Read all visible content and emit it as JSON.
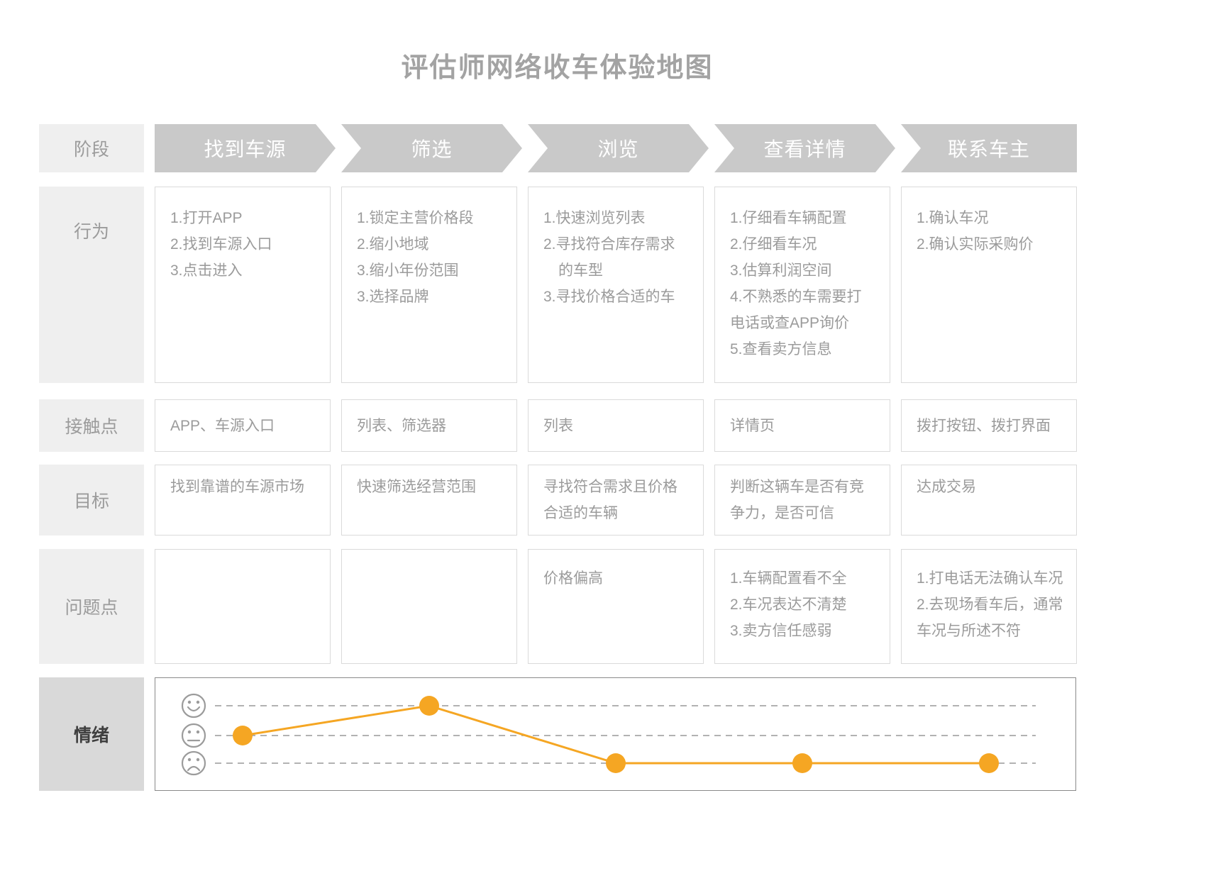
{
  "title": "评估师网络收车体验地图",
  "row_labels": {
    "stage": "阶段",
    "behavior": "行为",
    "touchpoint": "接触点",
    "goal": "目标",
    "problem": "问题点",
    "emotion": "情绪"
  },
  "stages": [
    {
      "name": "找到车源",
      "behaviors": [
        "1.打开APP",
        "2.找到车源入口",
        "3.点击进入"
      ],
      "touchpoint": "APP、车源入口",
      "goal_lines": [
        "找到靠谱的车源市场"
      ],
      "problems": []
    },
    {
      "name": "筛选",
      "behaviors": [
        "1.锁定主营价格段",
        "2.缩小地域",
        "3.缩小年份范围",
        "3.选择品牌"
      ],
      "touchpoint": "列表、筛选器",
      "goal_lines": [
        "快速筛选经营范围"
      ],
      "problems": []
    },
    {
      "name": "浏览",
      "behaviors": [
        "1.快速浏览列表",
        "2.寻找符合库存需求",
        "　的车型",
        "3.寻找价格合适的车"
      ],
      "touchpoint": "列表",
      "goal_lines": [
        "寻找符合需求且价格",
        "合适的车辆"
      ],
      "problems": [
        "价格偏高"
      ]
    },
    {
      "name": "查看详情",
      "behaviors": [
        "1.仔细看车辆配置",
        "2.仔细看车况",
        "3.估算利润空间",
        "4.不熟悉的车需要打",
        "电话或查APP询价",
        "5.查看卖方信息"
      ],
      "touchpoint": "详情页",
      "goal_lines": [
        "判断这辆车是否有竞",
        "争力，是否可信"
      ],
      "problems": [
        "1.车辆配置看不全",
        "2.车况表达不清楚",
        "3.卖方信任感弱"
      ]
    },
    {
      "name": "联系车主",
      "behaviors": [
        "1.确认车况",
        "2.确认实际采购价"
      ],
      "touchpoint": "拨打按钮、拨打界面",
      "goal_lines": [
        "达成交易"
      ],
      "problems": [
        "1.打电话无法确认车况",
        "2.去现场看车后，通常",
        "车况与所述不符"
      ]
    }
  ],
  "chart_data": {
    "type": "line",
    "title": "情绪",
    "categories": [
      "找到车源",
      "筛选",
      "浏览",
      "查看详情",
      "联系车主"
    ],
    "values": [
      2,
      3,
      1,
      1,
      1
    ],
    "value_scale": {
      "3": "happy",
      "2": "neutral",
      "1": "sad"
    },
    "value_labels": [
      "neutral",
      "happy",
      "sad",
      "sad",
      "sad"
    ],
    "y_levels": [
      {
        "score": 3,
        "icon": "happy-face"
      },
      {
        "score": 2,
        "icon": "neutral-face"
      },
      {
        "score": 1,
        "icon": "sad-face"
      }
    ],
    "grid": "horizontal-dashed",
    "legend": "none"
  },
  "colors": {
    "accent_orange": "#F5A623",
    "arrow_gray": "#C9C9C9",
    "label_bg": "#EFEFEF",
    "emotion_label_bg": "#D9D9D9",
    "cell_border": "#DADADA",
    "text_gray": "#9B9B9B",
    "chart_border": "#8A8A8A",
    "grid_gray": "#999999"
  }
}
